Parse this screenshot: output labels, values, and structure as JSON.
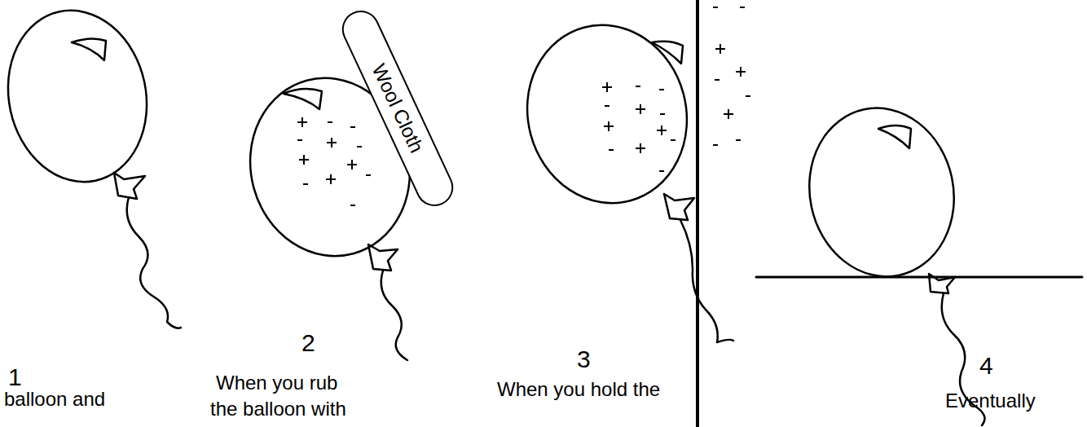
{
  "diagram": {
    "nodes": [
      {
        "text": [
          "Wool Cloth"
        ]
      }
    ],
    "labels": [
      "1",
      "balloon and",
      "2",
      "When you rub",
      "the balloon with",
      "3",
      "When you hold the",
      "4",
      "Eventually"
    ]
  }
}
